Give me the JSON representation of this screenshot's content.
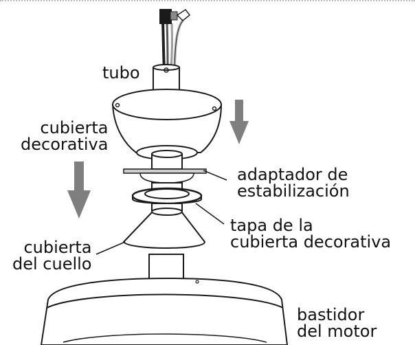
{
  "labels": {
    "tube": "tubo",
    "decorative_cover": [
      "cubierta",
      "decorativa"
    ],
    "stabilizer": [
      "adaptador de",
      "estabilización"
    ],
    "cover_cap": [
      "tapa de la",
      "cubierta decorativa"
    ],
    "collar_cover": [
      "cubierta",
      "del cuello"
    ],
    "motor_housing": [
      "bastidor",
      "del motor"
    ]
  },
  "colors": {
    "outline": "#1a1a1a",
    "arrow": "#7f7f7f",
    "wire_black": "#1f1f1f",
    "wire_grey": "#9a9a9a"
  }
}
